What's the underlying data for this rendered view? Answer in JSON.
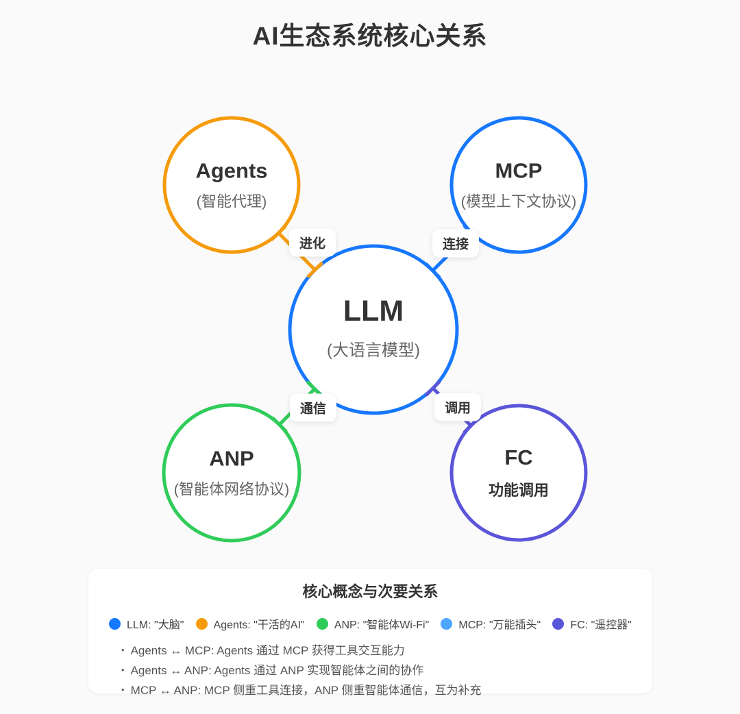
{
  "title": "AI生态系统核心关系",
  "nodes": {
    "agents": {
      "name": "Agents",
      "subtitle": "(智能代理)",
      "color": "#F59B0B"
    },
    "mcp": {
      "name": "MCP",
      "subtitle": "(模型上下文协议)",
      "color": "#1677FF"
    },
    "llm": {
      "name": "LLM",
      "subtitle": "(大语言模型)",
      "color": "#1677FF"
    },
    "anp": {
      "name": "ANP",
      "subtitle": "(智能体网络协议)",
      "color": "#2FCC59"
    },
    "fc": {
      "name": "FC",
      "subtitle": "功能调用",
      "color": "#5A55D9"
    }
  },
  "edges": {
    "agents_llm": {
      "label": "进化",
      "color": "#F59B0B"
    },
    "mcp_llm": {
      "label": "连接",
      "color": "#1677FF"
    },
    "anp_llm": {
      "label": "通信",
      "color": "#2FCC59"
    },
    "fc_llm": {
      "label": "调用",
      "color": "#5A55D9"
    }
  },
  "legend": {
    "title": "核心概念与次要关系",
    "items": [
      {
        "label": "LLM: \"大脑\"",
        "color": "#1677FF"
      },
      {
        "label": "Agents: \"干活的AI\"",
        "color": "#F59B0B"
      },
      {
        "label": "ANP: \"智能体Wi-Fi\"",
        "color": "#2FCC59"
      },
      {
        "label": "MCP: \"万能插头\"",
        "color": "#4DA6FF"
      },
      {
        "label": "FC: \"遥控器\"",
        "color": "#5A55D9"
      }
    ],
    "bullets": [
      "Agents ↔ MCP: Agents 通过 MCP 获得工具交互能力",
      "Agents ↔ ANP: Agents 通过 ANP 实现智能体之间的协作",
      "MCP ↔ ANP: MCP 侧重工具连接，ANP 侧重智能体通信，互为补充"
    ]
  }
}
